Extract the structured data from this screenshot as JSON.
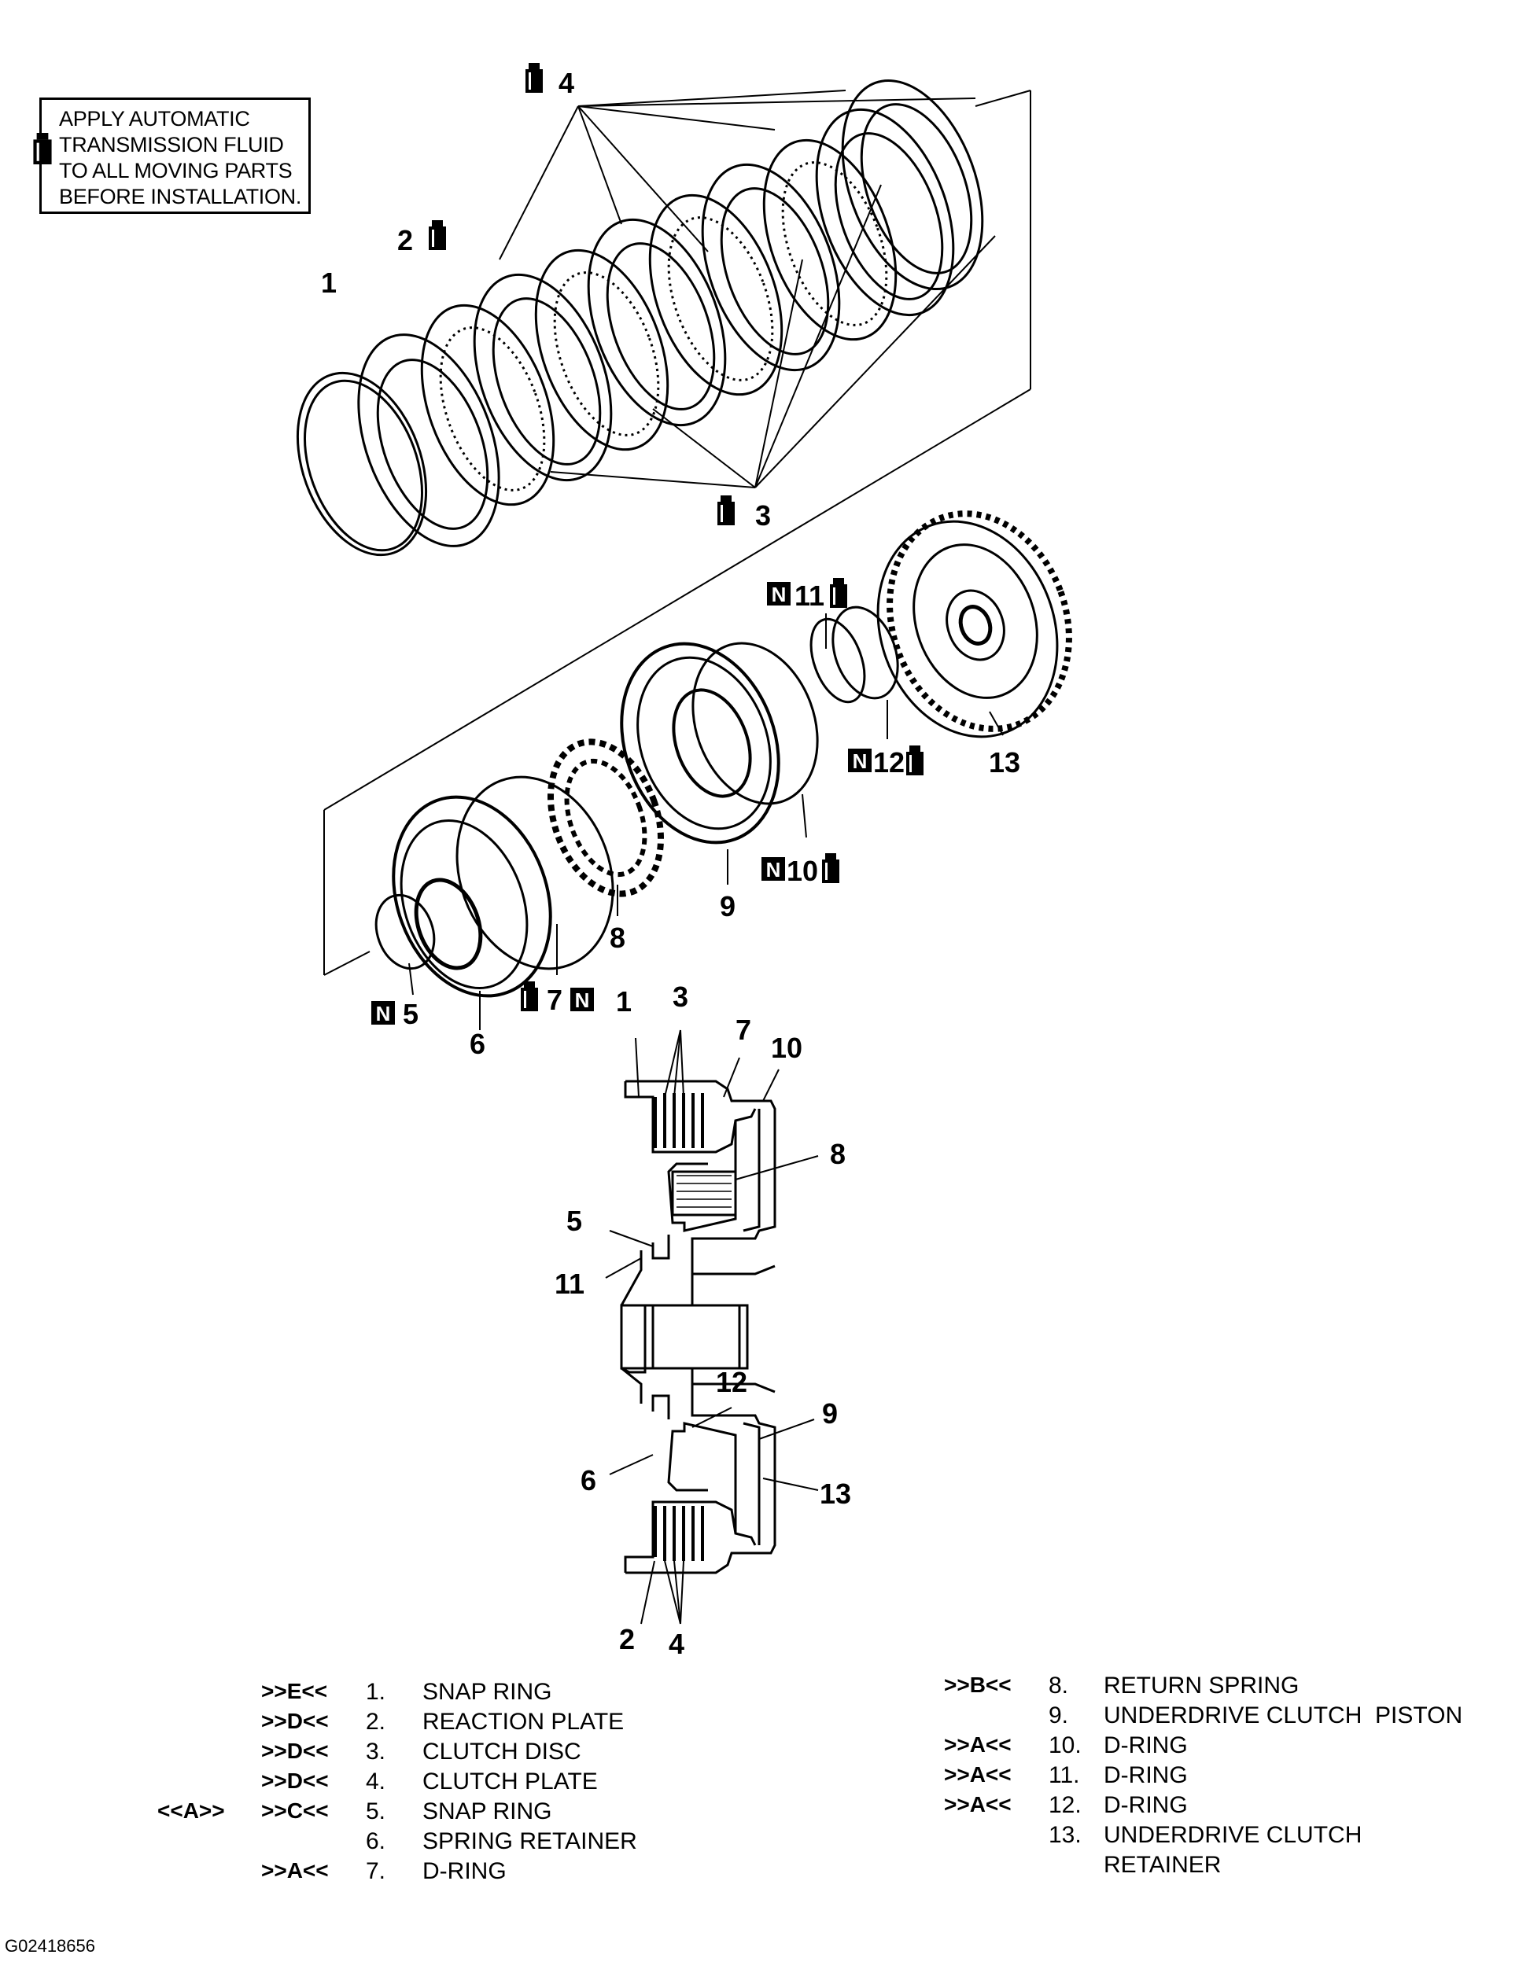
{
  "note": {
    "lines": [
      "APPLY AUTOMATIC",
      "TRANSMISSION FLUID",
      "TO ALL MOVING PARTS",
      "BEFORE INSTALLATION."
    ],
    "icon": "fluid-bottle-icon"
  },
  "callouts": {
    "c1": "1",
    "c2": "2",
    "c3": "3",
    "c4": "4",
    "c5": "5",
    "c6": "6",
    "c7": "7",
    "c8": "8",
    "c9": "9",
    "c10": "10",
    "c11": "11",
    "c12": "12",
    "c13": "13",
    "n_symbol": "N"
  },
  "section": {
    "s1": "1",
    "s3": "3",
    "s7": "7",
    "s10": "10",
    "s8": "8",
    "s5": "5",
    "s11": "11",
    "s12": "12",
    "s9": "9",
    "s6": "6",
    "s13": "13",
    "s2": "2",
    "s4": "4"
  },
  "legend": {
    "left": [
      {
        "pre": "",
        "code": ">>E<<",
        "num": "1.",
        "name": "SNAP RING"
      },
      {
        "pre": "",
        "code": ">>D<<",
        "num": "2.",
        "name": "REACTION PLATE"
      },
      {
        "pre": "",
        "code": ">>D<<",
        "num": "3.",
        "name": "CLUTCH DISC"
      },
      {
        "pre": "",
        "code": ">>D<<",
        "num": "4.",
        "name": "CLUTCH PLATE"
      },
      {
        "pre": "<<A>>",
        "code": ">>C<<",
        "num": "5.",
        "name": "SNAP RING"
      },
      {
        "pre": "",
        "code": "",
        "num": "6.",
        "name": "SPRING RETAINER"
      },
      {
        "pre": "",
        "code": ">>A<<",
        "num": "7.",
        "name": "D-RING"
      }
    ],
    "right": [
      {
        "code": ">>B<<",
        "num": "8.",
        "name": "RETURN SPRING"
      },
      {
        "code": "",
        "num": "9.",
        "name": "UNDERDRIVE CLUTCH  PISTON"
      },
      {
        "code": ">>A<<",
        "num": "10.",
        "name": "D-RING"
      },
      {
        "code": ">>A<<",
        "num": "11.",
        "name": "D-RING"
      },
      {
        "code": ">>A<<",
        "num": "12.",
        "name": "D-RING"
      },
      {
        "code": "",
        "num": "13.",
        "name": "UNDERDRIVE CLUTCH"
      },
      {
        "code": "",
        "num": "",
        "name": "RETAINER"
      }
    ]
  },
  "figure_code": "G02418656"
}
